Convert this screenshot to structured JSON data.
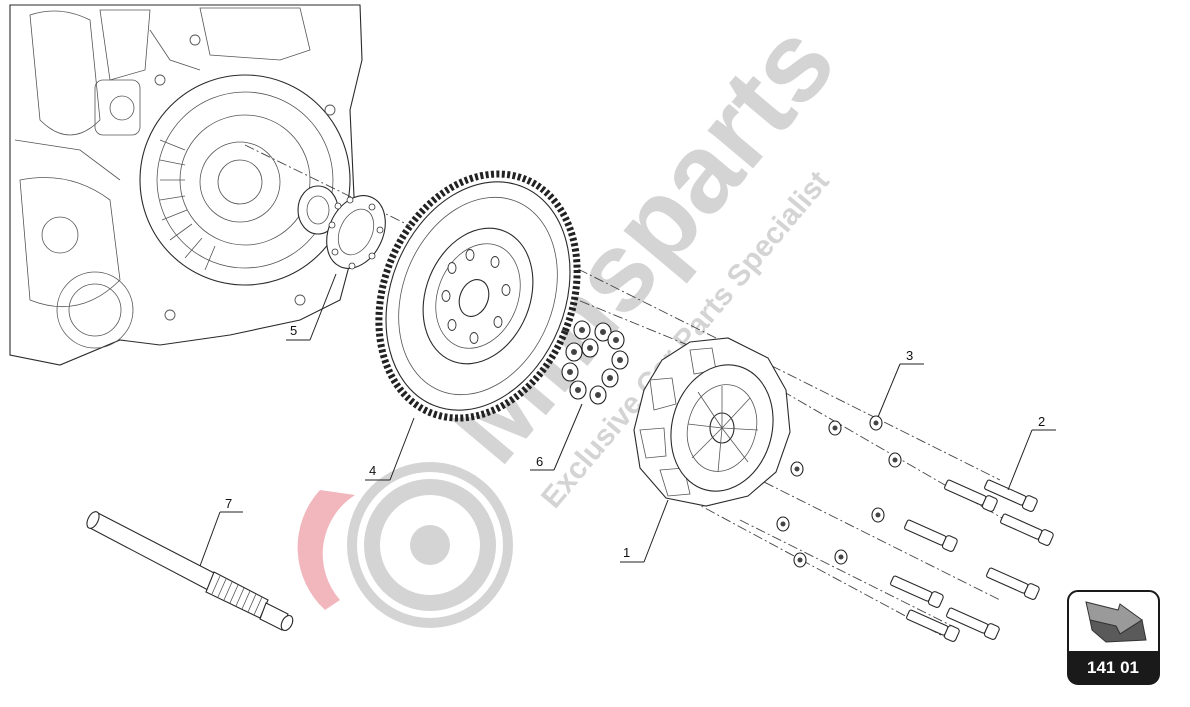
{
  "watermark": {
    "brand": "Mmsparts",
    "tagline": "Exclusive Car Parts Specialist",
    "logo_colors": {
      "accent": "#f2b7bd",
      "gray": "#d4d4d4"
    }
  },
  "callouts": [
    {
      "number": "1",
      "part": "clutch-assembly"
    },
    {
      "number": "2",
      "part": "bolt"
    },
    {
      "number": "3",
      "part": "washer"
    },
    {
      "number": "4",
      "part": "flywheel"
    },
    {
      "number": "5",
      "part": "spacer-plate"
    },
    {
      "number": "6",
      "part": "flywheel-bolts"
    },
    {
      "number": "7",
      "part": "input-shaft"
    }
  ],
  "badge": {
    "code": "141 01",
    "icon": "arrow-icon",
    "color": "#1a1a1a"
  }
}
